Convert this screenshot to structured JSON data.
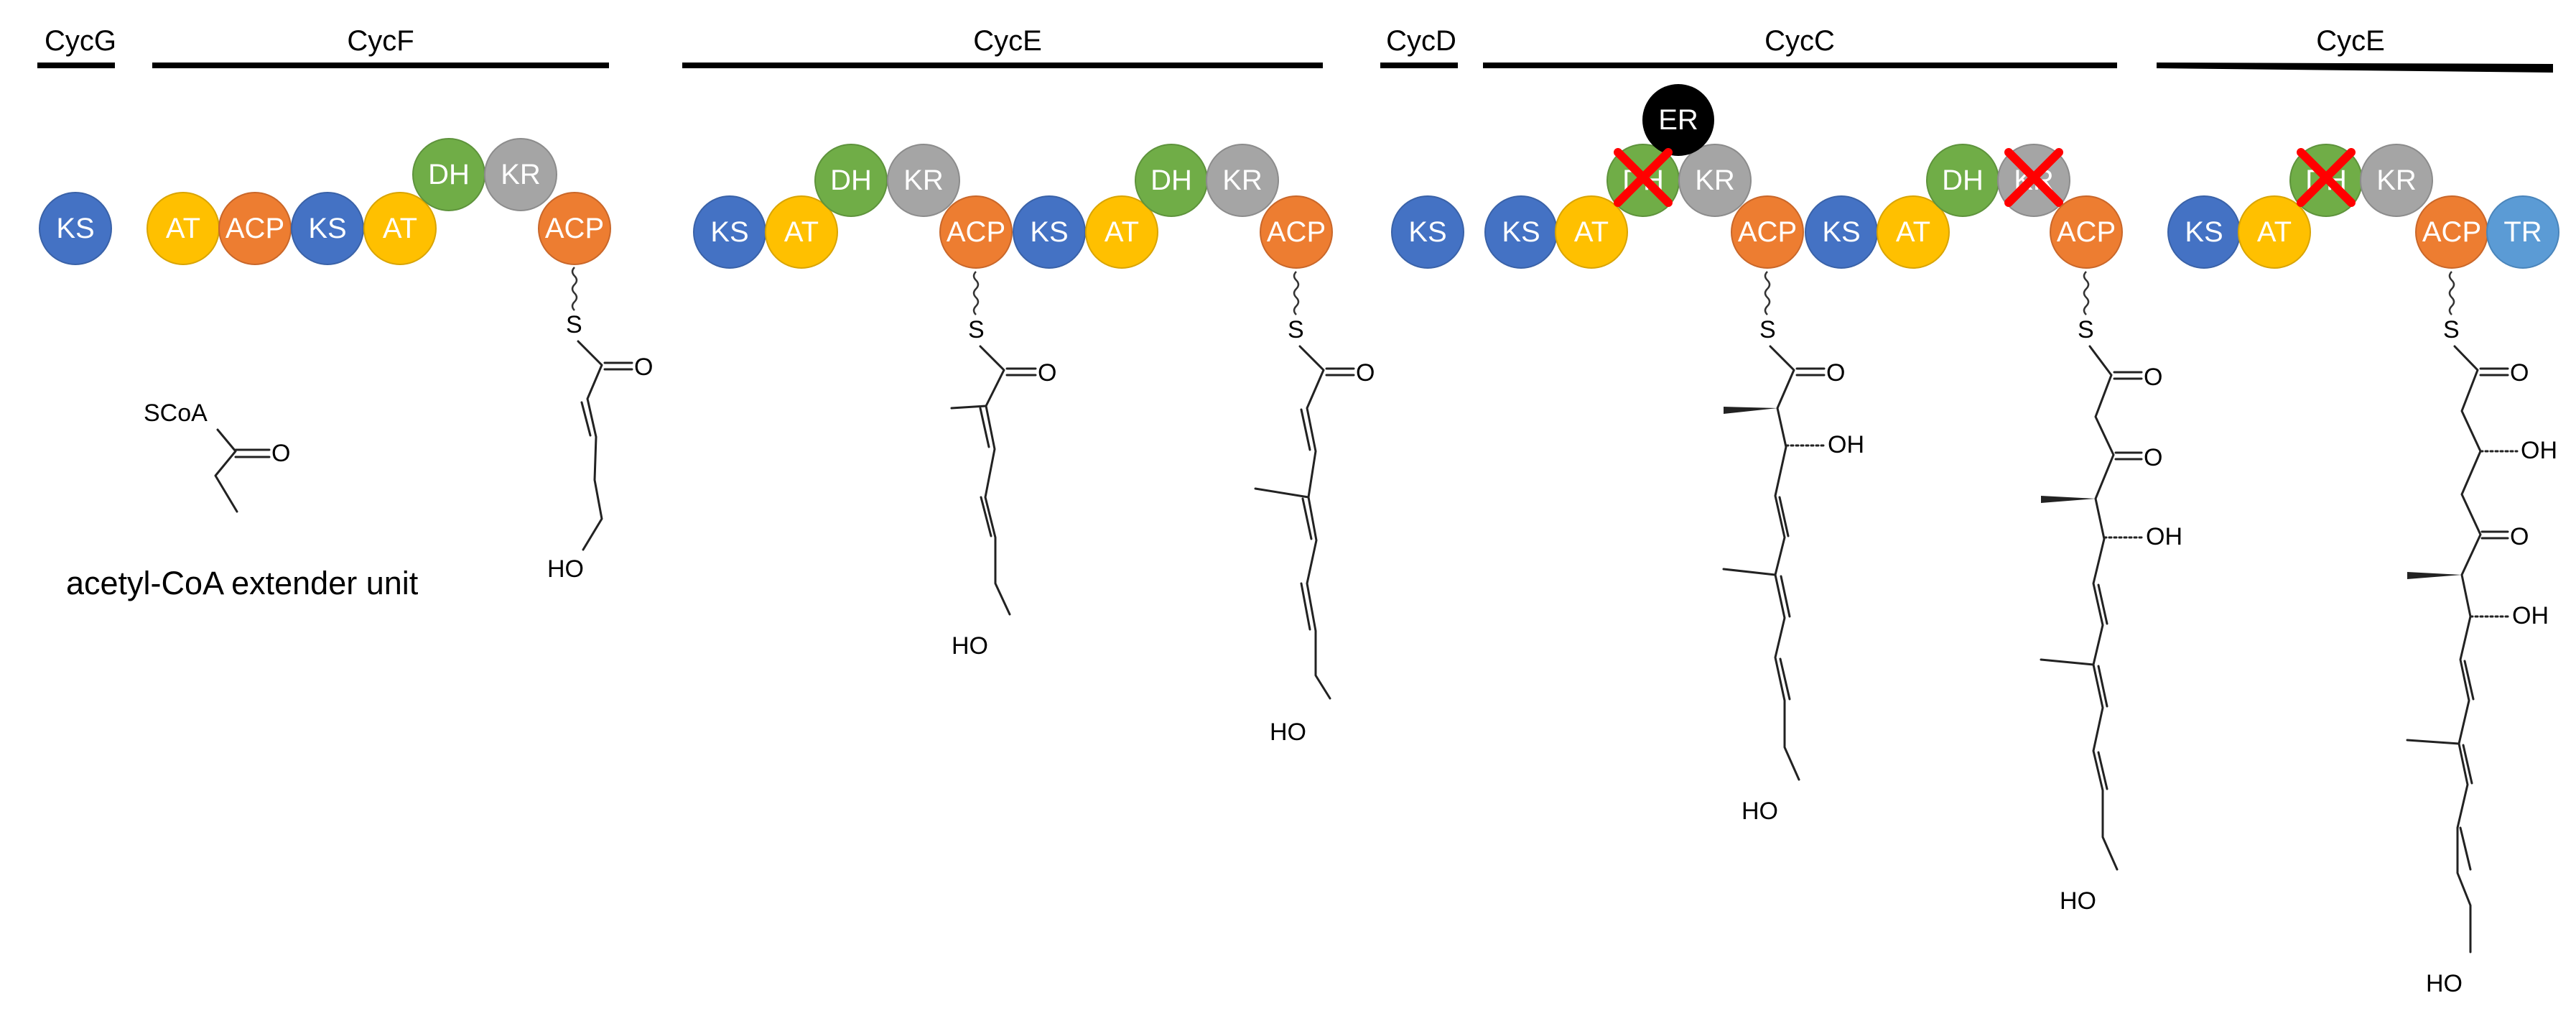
{
  "genes": {
    "cycG": "CycG",
    "cycF": "CycF",
    "cycE_1": "CycE",
    "cycD": "CycD",
    "cycC": "CycC",
    "cycE_2": "CycE"
  },
  "domains": {
    "KS": "KS",
    "AT": "AT",
    "ACP": "ACP",
    "DH": "DH",
    "KR": "KR",
    "ER": "ER",
    "TR": "TR"
  },
  "domain_colors": {
    "KS": "#4472C4",
    "AT": "#FFC000",
    "ACP": "#ED7D31",
    "DH": "#70AD47",
    "KR": "#A5A5A5",
    "ER": "#000000",
    "TR": "#5B9BD5",
    "inactivation_mark": "#FF0000"
  },
  "chem": {
    "sulfur": "S",
    "oxygen": "O",
    "hydroxyl": "OH",
    "terminal_hydroxyl": "HO",
    "scoa": "SCoA"
  },
  "caption": {
    "extender_unit": "acetyl-CoA extender unit"
  }
}
